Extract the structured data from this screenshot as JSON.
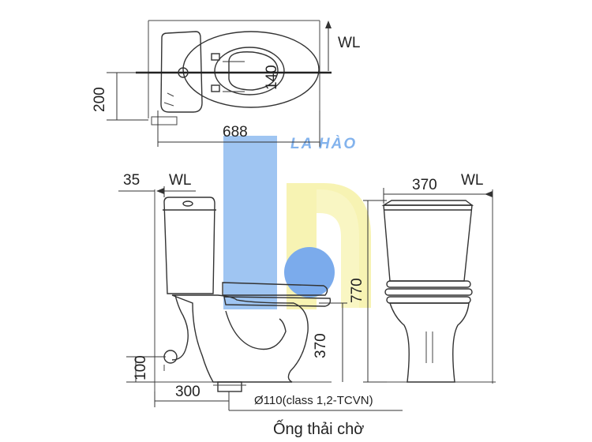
{
  "labels": {
    "wl_top": "WL",
    "wl_side": "WL",
    "wl_front": "WL",
    "dim_200": "200",
    "dim_140": "140",
    "dim_688": "688",
    "dim_35": "35",
    "dim_370_front_width": "370",
    "dim_770": "770",
    "dim_370_height": "370",
    "dim_100": "100",
    "dim_300": "300",
    "pipe_spec": "Ø110(class 1,2-TCVN)",
    "caption": "Ống thải chờ"
  },
  "watermark": {
    "text": "LA HÀO",
    "colors": {
      "blue": "#5a9ae8",
      "yellow": "#f5ef9a"
    }
  }
}
